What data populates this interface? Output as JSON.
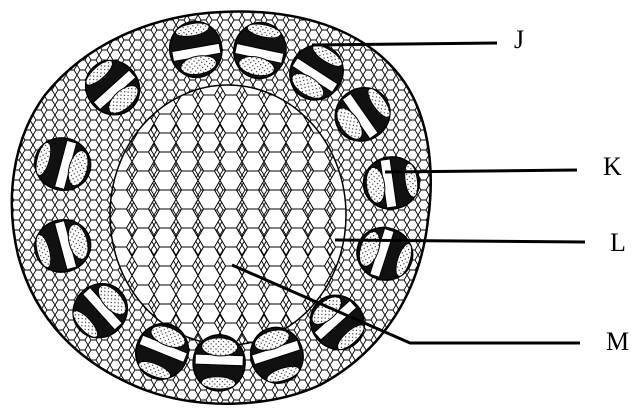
{
  "diagram": {
    "labels": [
      {
        "id": "J",
        "text": "J"
      },
      {
        "id": "K",
        "text": "K"
      },
      {
        "id": "L",
        "text": "L"
      },
      {
        "id": "M",
        "text": "M"
      }
    ],
    "colors": {
      "ink": "#000000",
      "background": "#ffffff",
      "bundle_dark": "#111111",
      "bundle_light": "#ffffff"
    }
  }
}
